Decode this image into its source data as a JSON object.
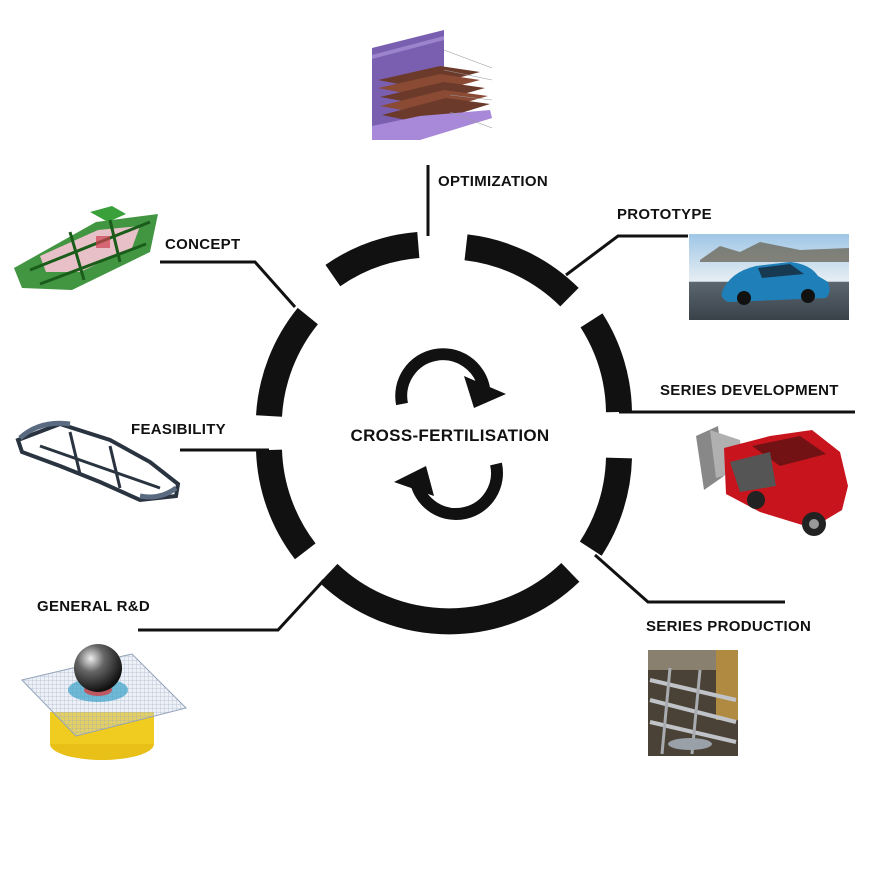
{
  "center": {
    "label": "CROSS-FERTILISATION"
  },
  "stages": {
    "optimization": "OPTIMIZATION",
    "prototype": "PROTOTYPE",
    "concept": "CONCEPT",
    "series_development": "SERIES DEVELOPMENT",
    "feasibility": "FEASIBILITY",
    "general_rd": "GENERAL R&D",
    "series_production": "SERIES PRODUCTION"
  },
  "colors": {
    "ink": "#111111",
    "car_blue": "#1f7fb8",
    "car_red": "#c8141c",
    "frame_green": "#2e8b2e",
    "purple": "#7a5fb0"
  },
  "icons": [
    "rotate-arrow-icon",
    "rotate-arrow-icon"
  ]
}
